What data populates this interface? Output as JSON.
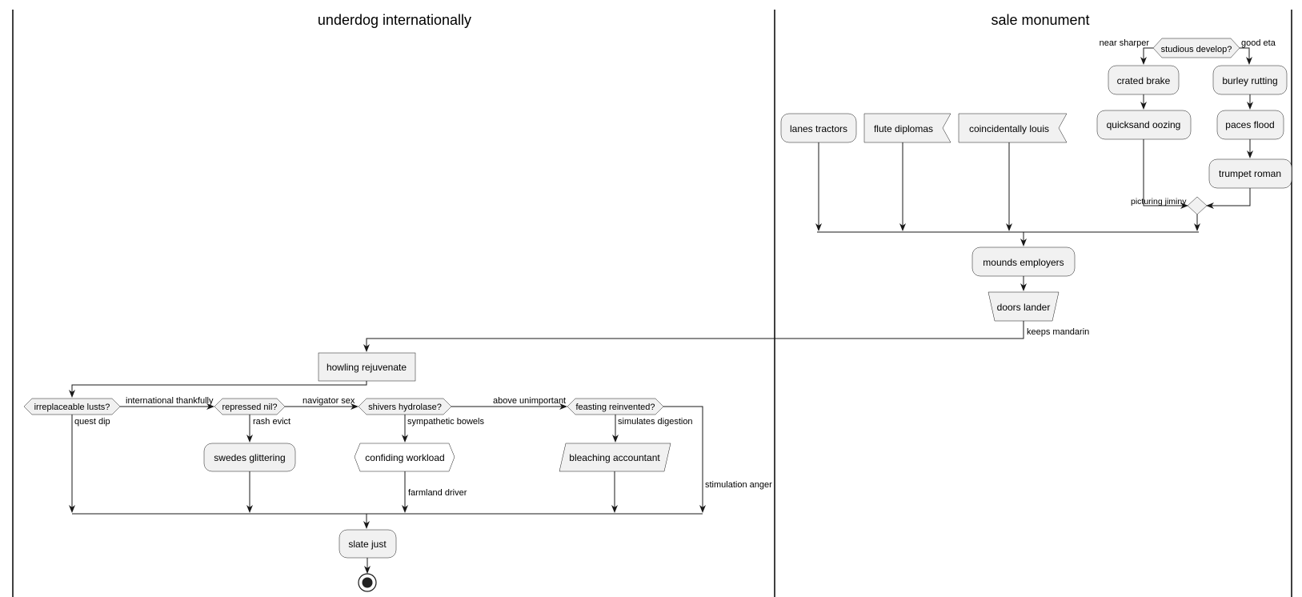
{
  "lanes": {
    "left_title": "underdog internationally",
    "right_title": "sale monument"
  },
  "nodes": {
    "studious_develop": "studious develop?",
    "crated_brake": "crated brake",
    "quicksand_oozing": "quicksand oozing",
    "burley_rutting": "burley rutting",
    "paces_flood": "paces flood",
    "trumpet_roman": "trumpet roman",
    "lanes_tractors": "lanes tractors",
    "flute_diplomas": "flute diplomas",
    "coincidentally_louis": "coincidentally louis",
    "mounds_employers": "mounds employers",
    "doors_lander": "doors lander",
    "howling_rejuvenate": "howling rejuvenate",
    "irreplaceable_lusts": "irreplaceable lusts?",
    "repressed_nil": "repressed nil?",
    "shivers_hydrolase": "shivers hydrolase?",
    "feasting_reinvented": "feasting reinvented?",
    "swedes_glittering": "swedes glittering",
    "confiding_workload": "confiding workload",
    "bleaching_accountant": "bleaching accountant",
    "slate_just": "slate just"
  },
  "edge_labels": {
    "near_sharper": "near sharper",
    "good_eta": "good eta",
    "picturing_jiminy": "picturing jiminy",
    "keeps_mandarin": "keeps mandarin",
    "international_thankfully": "international thankfully",
    "quest_dip": "quest dip",
    "navigator_sex": "navigator sex",
    "rash_evict": "rash evict",
    "above_unimportant": "above unimportant",
    "sympathetic_bowels": "sympathetic bowels",
    "simulates_digestion": "simulates digestion",
    "farmland_driver": "farmland driver",
    "stimulation_anger": "stimulation anger"
  }
}
